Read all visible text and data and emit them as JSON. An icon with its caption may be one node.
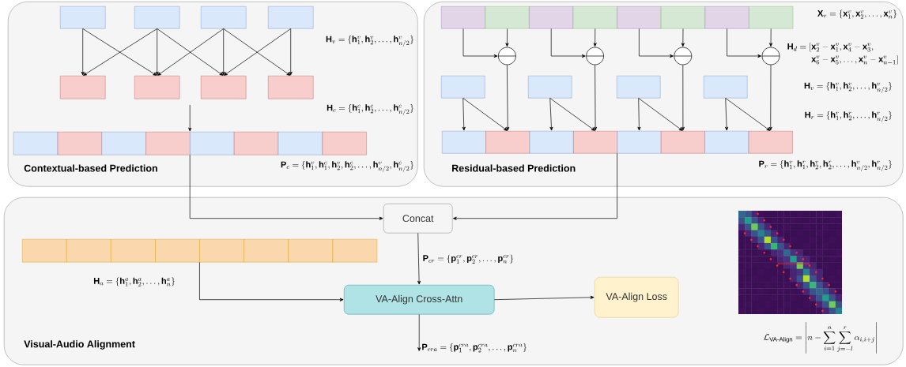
{
  "diagram": {
    "nodes": [
      {
        "text": [
          "Contextual-based Prediction"
        ]
      },
      {
        "text": [
          "Residual-based Prediction"
        ]
      },
      {
        "text": [
          "Visual-Audio Alignment"
        ]
      },
      {
        "text": [],
        "shape": "box",
        "in": 0
      },
      {
        "text": [],
        "shape": "box",
        "in": 0
      },
      {
        "text": [],
        "shape": "box",
        "in": 0
      },
      {
        "text": [],
        "shape": "box",
        "in": 0
      },
      {
        "text": [],
        "shape": "box",
        "in": 0
      },
      {
        "text": [],
        "shape": "box",
        "in": 0
      },
      {
        "text": [],
        "shape": "box",
        "in": 0
      },
      {
        "text": [],
        "shape": "box",
        "in": 0
      },
      {
        "text": [],
        "shape": "box",
        "in": 0
      },
      {
        "text": [],
        "shape": "box",
        "in": 0
      },
      {
        "text": [],
        "shape": "box",
        "in": 0
      },
      {
        "text": [],
        "shape": "box",
        "in": 0
      },
      {
        "text": [],
        "shape": "box",
        "in": 0
      },
      {
        "text": [],
        "shape": "box",
        "in": 0
      },
      {
        "text": [],
        "shape": "box",
        "in": 0
      },
      {
        "text": [],
        "shape": "box",
        "in": 0
      },
      {
        "text": [],
        "shape": "box",
        "in": 1
      },
      {
        "text": [],
        "shape": "box",
        "in": 1
      },
      {
        "text": [],
        "shape": "box",
        "in": 1
      },
      {
        "text": [],
        "shape": "box",
        "in": 1
      },
      {
        "text": [],
        "shape": "box",
        "in": 1
      },
      {
        "text": [],
        "shape": "box",
        "in": 1
      },
      {
        "text": [],
        "shape": "box",
        "in": 1
      },
      {
        "text": [],
        "shape": "box",
        "in": 1
      },
      {
        "text": [],
        "shape": "circle",
        "in": 1
      },
      {
        "text": [],
        "shape": "circle",
        "in": 1
      },
      {
        "text": [],
        "shape": "circle",
        "in": 1
      },
      {
        "text": [],
        "shape": "circle",
        "in": 1
      },
      {
        "text": [],
        "shape": "box",
        "in": 1
      },
      {
        "text": [],
        "shape": "box",
        "in": 1
      },
      {
        "text": [],
        "shape": "box",
        "in": 1
      },
      {
        "text": [],
        "shape": "box",
        "in": 1
      },
      {
        "text": [],
        "shape": "box",
        "in": 1
      },
      {
        "text": [],
        "shape": "box",
        "in": 1
      },
      {
        "text": [],
        "shape": "box",
        "in": 1
      },
      {
        "text": [],
        "shape": "box",
        "in": 1
      },
      {
        "text": [],
        "shape": "box",
        "in": 1
      },
      {
        "text": [],
        "shape": "box",
        "in": 1
      },
      {
        "text": [],
        "shape": "box",
        "in": 1
      },
      {
        "text": [],
        "shape": "box",
        "in": 1
      },
      {
        "text": [
          "Concat"
        ],
        "in": 2
      },
      {
        "text": [],
        "shape": "box",
        "in": 2
      },
      {
        "text": [],
        "shape": "box",
        "in": 2
      },
      {
        "text": [],
        "shape": "box",
        "in": 2
      },
      {
        "text": [],
        "shape": "box",
        "in": 2
      },
      {
        "text": [],
        "shape": "box",
        "in": 2
      },
      {
        "text": [],
        "shape": "box",
        "in": 2
      },
      {
        "text": [],
        "shape": "box",
        "in": 2
      },
      {
        "text": [],
        "shape": "box",
        "in": 2
      },
      {
        "text": [
          "VA-Align Cross-Attn"
        ],
        "in": 2
      },
      {
        "text": [
          "VA-Align Loss"
        ],
        "in": 2
      },
      {
        "text": [],
        "shape": "picture",
        "in": 2
      }
    ],
    "edges": [
      {
        "from": 3,
        "to": 7,
        "arrow": "to"
      },
      {
        "from": 3,
        "to": 8,
        "arrow": "to"
      },
      {
        "from": 4,
        "to": 7,
        "arrow": "to"
      },
      {
        "from": 4,
        "to": 8,
        "arrow": "to"
      },
      {
        "from": 4,
        "to": 9,
        "arrow": "to"
      },
      {
        "from": 5,
        "to": 8,
        "arrow": "to"
      },
      {
        "from": 5,
        "to": 9,
        "arrow": "to"
      },
      {
        "from": 5,
        "to": 10,
        "arrow": "to"
      },
      {
        "from": 6,
        "to": 9,
        "arrow": "to"
      },
      {
        "from": 6,
        "to": 10,
        "arrow": "to"
      },
      {
        "from": null,
        "to": 15,
        "arrow": "to"
      },
      {
        "from": 15,
        "to": 43,
        "arrow": "to"
      },
      {
        "from": 19,
        "to": 27,
        "arrow": "to"
      },
      {
        "from": 20,
        "to": 27,
        "arrow": "to"
      },
      {
        "from": 21,
        "to": 28,
        "arrow": "to"
      },
      {
        "from": 22,
        "to": 28,
        "arrow": "to"
      },
      {
        "from": 23,
        "to": 29,
        "arrow": "to"
      },
      {
        "from": 24,
        "to": 29,
        "arrow": "to"
      },
      {
        "from": 25,
        "to": 30,
        "arrow": "to"
      },
      {
        "from": 26,
        "to": 30,
        "arrow": "to"
      },
      {
        "from": 27,
        "to": 36,
        "arrow": "to"
      },
      {
        "from": 28,
        "to": 38,
        "arrow": "to"
      },
      {
        "from": 29,
        "to": 40,
        "arrow": "to"
      },
      {
        "from": 30,
        "to": 42,
        "arrow": "to"
      },
      {
        "from": 31,
        "to": 35,
        "arrow": "to"
      },
      {
        "from": 31,
        "to": 36,
        "arrow": "to"
      },
      {
        "from": 32,
        "to": 37,
        "arrow": "to"
      },
      {
        "from": 32,
        "to": 38,
        "arrow": "to"
      },
      {
        "from": 33,
        "to": 39,
        "arrow": "to"
      },
      {
        "from": 33,
        "to": 40,
        "arrow": "to"
      },
      {
        "from": 34,
        "to": 41,
        "arrow": "to"
      },
      {
        "from": 34,
        "to": 42,
        "arrow": "to"
      },
      {
        "from": 39,
        "to": 43,
        "arrow": "to"
      },
      {
        "from": 43,
        "to": 52,
        "arrow": "to",
        "label": "\\mathbf{P}_{cr} = \\{\\mathbf{p}_1^{cr}, \\mathbf{p}_2^{cr}, \\ldots, \\mathbf{p}_n^{cr}\\}"
      },
      {
        "from": 48,
        "to": 52,
        "arrow": "to"
      },
      {
        "from": 52,
        "to": 53,
        "arrow": "to"
      },
      {
        "from": 52,
        "to": null,
        "arrow": "to",
        "label": "\\mathbf{P}_{cra} = \\{\\mathbf{p}_1^{cra}, \\mathbf{p}_2^{cra}, \\ldots, \\mathbf{p}_n^{cra}\\}"
      }
    ],
    "labels": [
      "\\mathbf{H}_v = \\{\\mathbf{h}_1^v, \\mathbf{h}_2^v, \\ldots, \\mathbf{h}_{n/2}^v\\}",
      "\\mathbf{H}_c = \\{\\mathbf{h}_1^c, \\mathbf{h}_2^c, \\ldots, \\mathbf{h}_{n/2}^c\\}",
      "\\mathbf{P}_c = \\{\\mathbf{h}_1^v, \\mathbf{h}_1^c, \\mathbf{h}_2^v, \\mathbf{h}_2^c, \\ldots, \\mathbf{h}_{n/2}^v, \\mathbf{h}_{n/2}^c\\}",
      "\\mathbf{X}_v = \\{\\mathbf{x}_1^v, \\mathbf{x}_2^v, \\ldots, \\mathbf{x}_n^v\\}",
      "\\begin{aligned}\\mathbf{H}_d = [&\\mathbf{x}_2^v - \\mathbf{x}_1^v, \\mathbf{x}_4^v - \\mathbf{x}_3^v,\\\\ &\\mathbf{x}_6^v - \\mathbf{x}_5^v, \\ldots, \\mathbf{x}_n^v - \\mathbf{x}_{n-1}^v]\\end{aligned}",
      "\\mathbf{H}_v = \\{\\mathbf{h}_1^v, \\mathbf{h}_2^v, \\ldots, \\mathbf{h}_{n/2}^v\\}",
      "\\mathbf{H}_r = \\{\\mathbf{h}_1^r, \\mathbf{h}_2^r, \\ldots, \\mathbf{h}_{n/2}^r\\}",
      "\\mathbf{P}_r = \\{\\mathbf{h}_1^v, \\mathbf{h}_1^r, \\mathbf{h}_2^v, \\mathbf{h}_2^r, \\ldots, \\mathbf{h}_{n/2}^v, \\mathbf{h}_{n/2}^r\\}",
      "\\mathbf{H}_a = \\{\\mathbf{h}_1^a, \\mathbf{h}_2^a, \\ldots, \\mathbf{h}_n^a\\}",
      "\\mathcal{L}_{\\text{VA-Align}} = \\left| n - \\sum_{i=1}^{n} \\sum_{j=-l}^{r} \\alpha_{i,i+j} \\right|"
    ]
  }
}
